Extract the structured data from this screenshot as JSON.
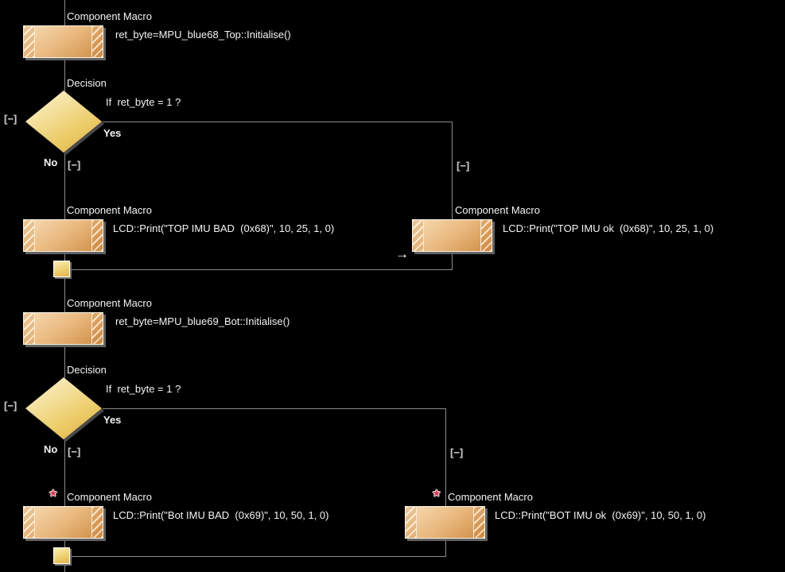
{
  "icons": {
    "collapse": "[−]",
    "insert_arrow": "→",
    "breakpoint_star": "★"
  },
  "colors": {
    "background": "#000000",
    "box_gradient_light": "#f6dcb6",
    "box_gradient_dark": "#cf8b43",
    "diamond_gradient_light": "#fbf4d0",
    "diamond_gradient_dark": "#dfae3e",
    "connector_line": "#8c8c8c",
    "text": "#f4f4f4",
    "star": "#d63a52"
  },
  "sections": [
    {
      "init_macro": {
        "title": "Component Macro",
        "text": "ret_byte=MPU_blue68_Top::Initialise()"
      },
      "decision": {
        "title": "Decision",
        "condition": "If  ret_byte = 1 ?",
        "yes": "Yes",
        "no": "No"
      },
      "no_branch_macro": {
        "title": "Component Macro",
        "text": "LCD::Print(\"TOP IMU BAD  (0x68)\", 10, 25, 1, 0)"
      },
      "yes_branch_macro": {
        "title": "Component Macro",
        "text": "LCD::Print(\"TOP IMU ok  (0x68)\", 10, 25, 1, 0)"
      }
    },
    {
      "init_macro": {
        "title": "Component Macro",
        "text": "ret_byte=MPU_blue69_Bot::Initialise()"
      },
      "decision": {
        "title": "Decision",
        "condition": "If  ret_byte = 1 ?",
        "yes": "Yes",
        "no": "No"
      },
      "no_branch_macro": {
        "title": "Component Macro",
        "text": "LCD::Print(\"Bot IMU BAD  (0x69)\", 10, 50, 1, 0)"
      },
      "yes_branch_macro": {
        "title": "Component Macro",
        "text": "LCD::Print(\"BOT IMU ok  (0x69)\", 10, 50, 1, 0)"
      }
    }
  ]
}
